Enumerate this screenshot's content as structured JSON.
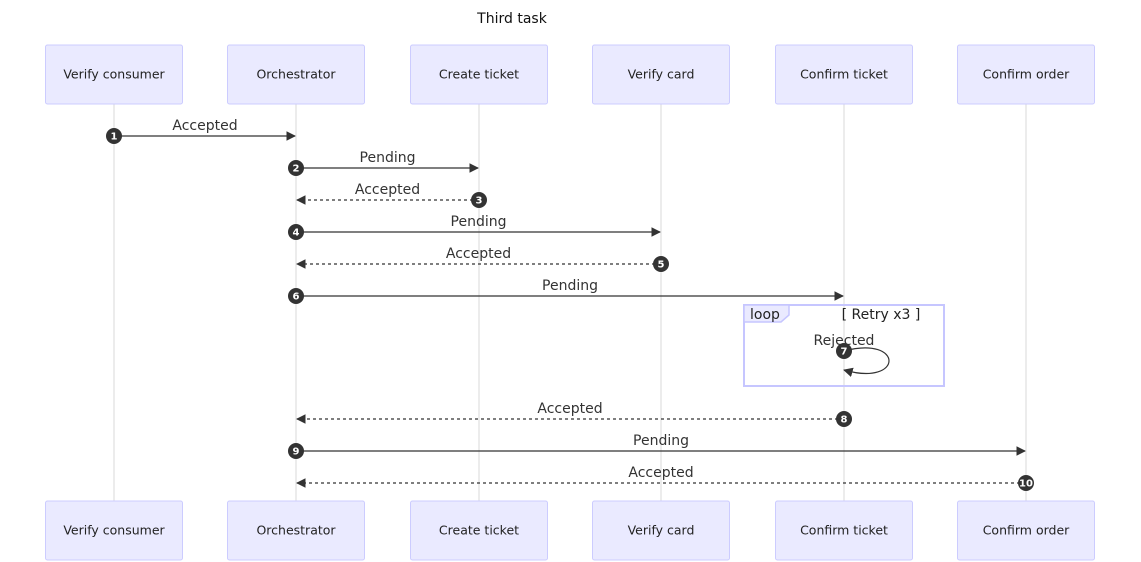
{
  "title": "Third task",
  "actors": [
    {
      "id": "vc",
      "label": "Verify consumer"
    },
    {
      "id": "or",
      "label": "Orchestrator"
    },
    {
      "id": "ct",
      "label": "Create ticket"
    },
    {
      "id": "vd",
      "label": "Verify card"
    },
    {
      "id": "cf",
      "label": "Confirm ticket"
    },
    {
      "id": "co",
      "label": "Confirm order"
    }
  ],
  "messages": [
    {
      "num": "1",
      "from": "vc",
      "to": "or",
      "label": "Accepted",
      "style": "solid"
    },
    {
      "num": "2",
      "from": "or",
      "to": "ct",
      "label": "Pending",
      "style": "solid"
    },
    {
      "num": "3",
      "from": "ct",
      "to": "or",
      "label": "Accepted",
      "style": "dotted"
    },
    {
      "num": "4",
      "from": "or",
      "to": "vd",
      "label": "Pending",
      "style": "solid"
    },
    {
      "num": "5",
      "from": "vd",
      "to": "or",
      "label": "Accepted",
      "style": "dotted"
    },
    {
      "num": "6",
      "from": "or",
      "to": "cf",
      "label": "Pending",
      "style": "solid"
    },
    {
      "num": "7",
      "from": "cf",
      "to": "cf",
      "label": "Rejected",
      "style": "solid"
    },
    {
      "num": "8",
      "from": "cf",
      "to": "or",
      "label": "Accepted",
      "style": "dotted"
    },
    {
      "num": "9",
      "from": "or",
      "to": "co",
      "label": "Pending",
      "style": "solid"
    },
    {
      "num": "10",
      "from": "co",
      "to": "or",
      "label": "Accepted",
      "style": "dotted"
    }
  ],
  "loop": {
    "keyword": "loop",
    "label": "[ Retry x3 ]"
  }
}
